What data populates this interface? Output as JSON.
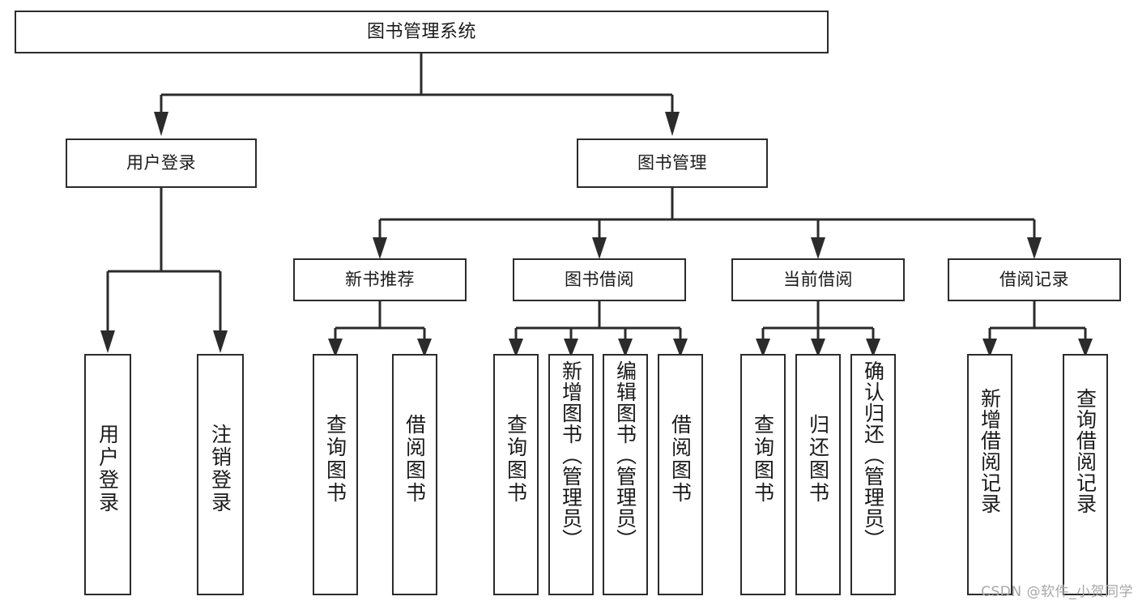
{
  "diagram": {
    "title": "图书管理系统",
    "type": "hierarchy-tree",
    "root": {
      "id": "root",
      "label": "图书管理系统"
    },
    "level2": [
      {
        "id": "user-login",
        "label": "用户登录"
      },
      {
        "id": "book-manage",
        "label": "图书管理"
      }
    ],
    "level3": [
      {
        "id": "new-book-rec",
        "label": "新书推荐",
        "parent": "book-manage"
      },
      {
        "id": "book-borrow",
        "label": "图书借阅",
        "parent": "book-manage"
      },
      {
        "id": "current-borrow",
        "label": "当前借阅",
        "parent": "book-manage"
      },
      {
        "id": "borrow-record",
        "label": "借阅记录",
        "parent": "book-manage"
      }
    ],
    "leaves": {
      "user_login": [
        {
          "id": "leaf-user-login",
          "label": "用户登录"
        },
        {
          "id": "leaf-logout",
          "label": "注销登录"
        }
      ],
      "new_book_rec": [
        {
          "id": "leaf-query-book-1",
          "label": "查询图书"
        },
        {
          "id": "leaf-borrow-book-1",
          "label": "借阅图书"
        }
      ],
      "book_borrow": [
        {
          "id": "leaf-query-book-2",
          "label": "查询图书"
        },
        {
          "id": "leaf-add-book",
          "label": "新增图书（管理员）"
        },
        {
          "id": "leaf-edit-book",
          "label": "编辑图书（管理员）"
        },
        {
          "id": "leaf-borrow-book-2",
          "label": "借阅图书"
        }
      ],
      "current_borrow": [
        {
          "id": "leaf-query-book-3",
          "label": "查询图书"
        },
        {
          "id": "leaf-return-book",
          "label": "归还图书"
        },
        {
          "id": "leaf-confirm-return",
          "label": "确认归还（管理员）"
        }
      ],
      "borrow_record": [
        {
          "id": "leaf-add-record",
          "label": "新增借阅记录"
        },
        {
          "id": "leaf-query-record",
          "label": "查询借阅记录"
        }
      ]
    },
    "colors": {
      "stroke": "#2b2b2b",
      "fill": "#ffffff",
      "text": "#1a1a1a",
      "watermark": "#a7a7a7"
    }
  },
  "watermark": {
    "text": "CSDN @软件_小贺同学"
  }
}
